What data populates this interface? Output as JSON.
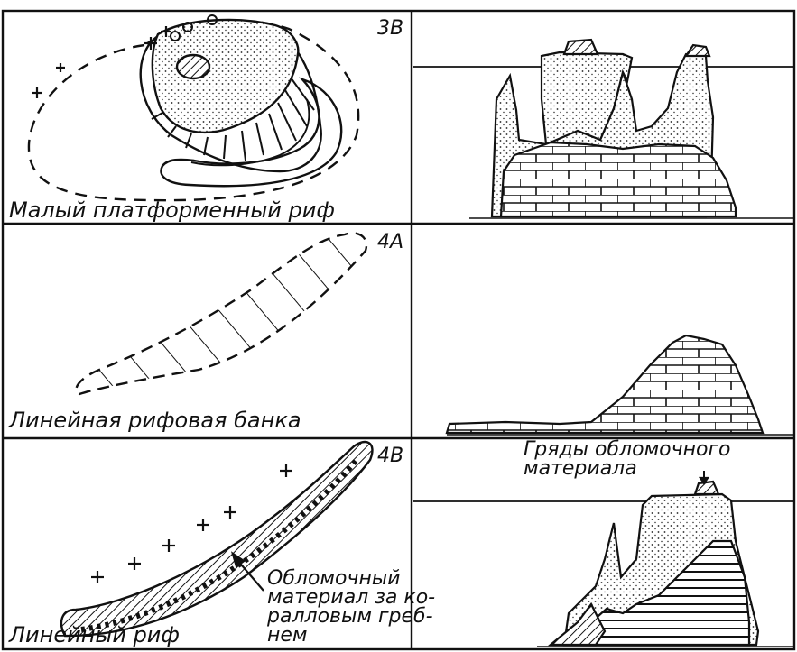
{
  "panels": [
    {
      "code": "3В",
      "caption": "Малый платформенный риф"
    },
    {
      "code": "4А",
      "caption": "Линейная рифовая банка"
    },
    {
      "code": "4В",
      "caption": "Линейный риф"
    }
  ],
  "annotations": {
    "debris_note": "Обломочный\nматериал за ко-\nралловым греб-\nнем",
    "rubble_ridges": "Гряды обломочного\nматериала"
  },
  "colors": {
    "ink": "#111111",
    "background": "#ffffff"
  }
}
